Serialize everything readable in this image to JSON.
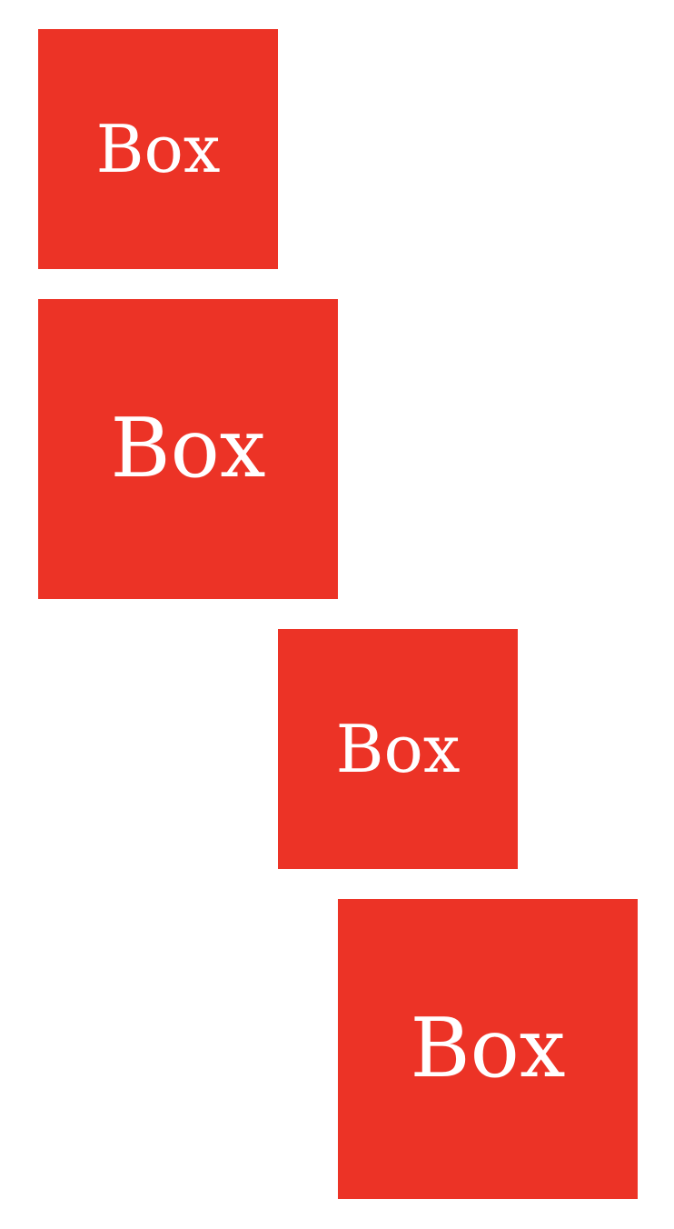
{
  "colors": {
    "box_background": "#ec3326",
    "box_text": "#ffffff",
    "page_background": "#ffffff"
  },
  "boxes": [
    {
      "label": "Box"
    },
    {
      "label": "Box"
    },
    {
      "label": "Box"
    },
    {
      "label": "Box"
    }
  ]
}
